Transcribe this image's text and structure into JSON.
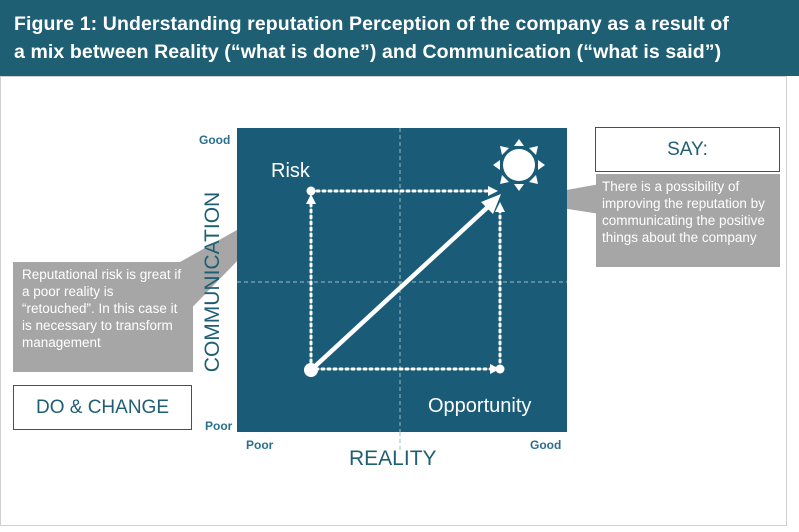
{
  "figure": {
    "title_line1": "Figure 1: Understanding reputation   Perception of the company as a result of",
    "title_line2": "a mix between Reality (“what is done”) and Communication (“what is said”)"
  },
  "axes": {
    "y_label": "COMMUNICATION",
    "x_label": "REALITY",
    "y_top": "Good",
    "y_bottom": "Poor",
    "x_left": "Poor",
    "x_right": "Good"
  },
  "quadrant": {
    "risk_label": "Risk",
    "opportunity_label": "Opportunity",
    "sun_icon": "sun-icon"
  },
  "left_callout": {
    "text": "Reputational risk is great if a poor reality is “retouched”. In this case it is necessary to transform management",
    "box_label": "DO & CHANGE"
  },
  "right_callout": {
    "box_label": "SAY:",
    "text": "There is a possibility of improving the reputation by communicating the positive things about the company"
  },
  "colors": {
    "header_bg": "#1f5f73",
    "panel_bg": "#1a5c78",
    "callout_bg": "#a6a6a6",
    "accent_text": "#2a6f8e"
  }
}
